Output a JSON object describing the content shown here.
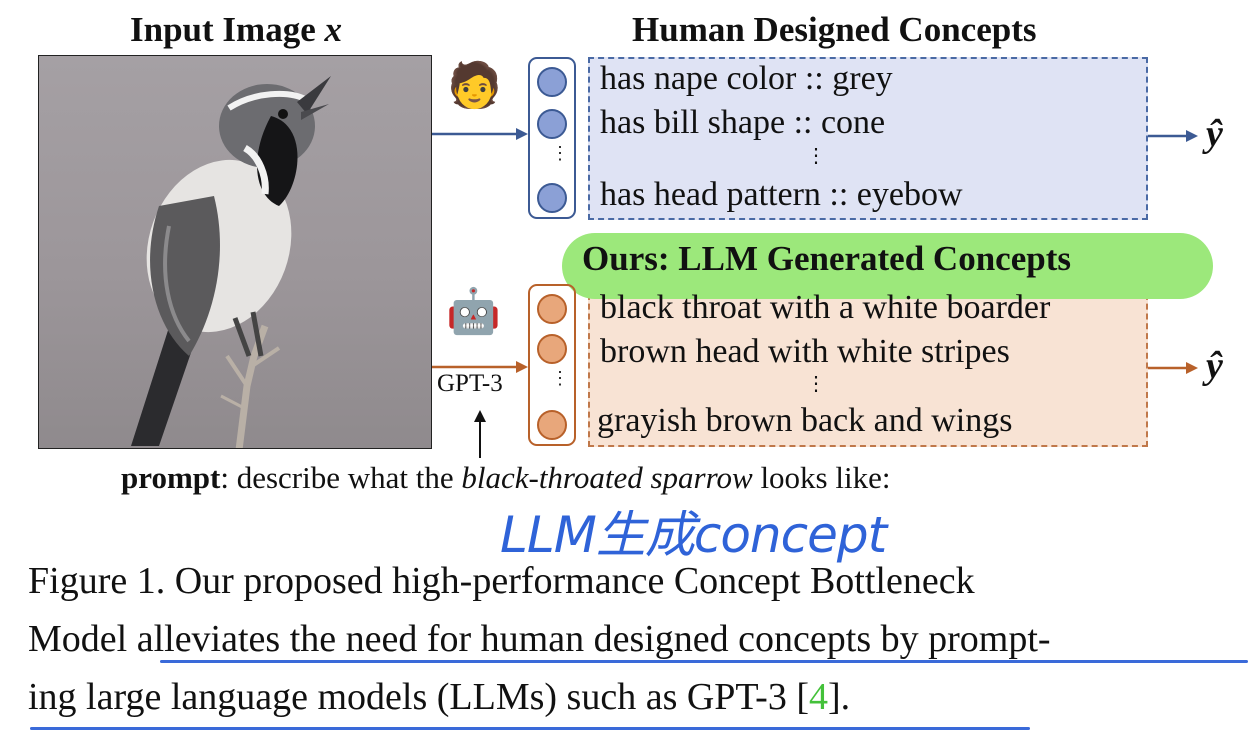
{
  "figure": {
    "input_title_text": "Input Image ",
    "input_title_var": "x",
    "human_title": "Human Designed Concepts",
    "human_concepts": [
      "has nape color :: grey",
      "has bill shape :: cone",
      "has head pattern :: eyebow"
    ],
    "ours_title": "Ours: LLM Generated Concepts",
    "llm_concepts": [
      "black throat with a white boarder",
      "brown head with white stripes",
      "grayish brown back and wings"
    ],
    "ellipsis": "⋮",
    "output_label": "ŷ",
    "gpt_label": "GPT-3",
    "human_emoji": "🧑",
    "robot_emoji": "🤖",
    "prompt": {
      "bold": "prompt",
      "text_before": ": describe what the ",
      "species": "black-throated sparrow",
      "text_after": " looks like:"
    }
  },
  "annotation": {
    "handwritten_note": "LLM生成concept",
    "color": "#2f63d8"
  },
  "caption": {
    "line1": "Figure 1.  Our proposed high-performance Concept Bottleneck",
    "line2": "Model alleviates the need for human designed concepts by prompt-",
    "line3_text": "ing large language models (LLMs) such as GPT-3 [",
    "line3_ref": "4",
    "line3_end": "]."
  },
  "colors": {
    "human_accent": "#3c5a94",
    "llm_accent": "#b8612a",
    "pill_green": "#9ce87b",
    "ref_green": "#44c13a"
  }
}
